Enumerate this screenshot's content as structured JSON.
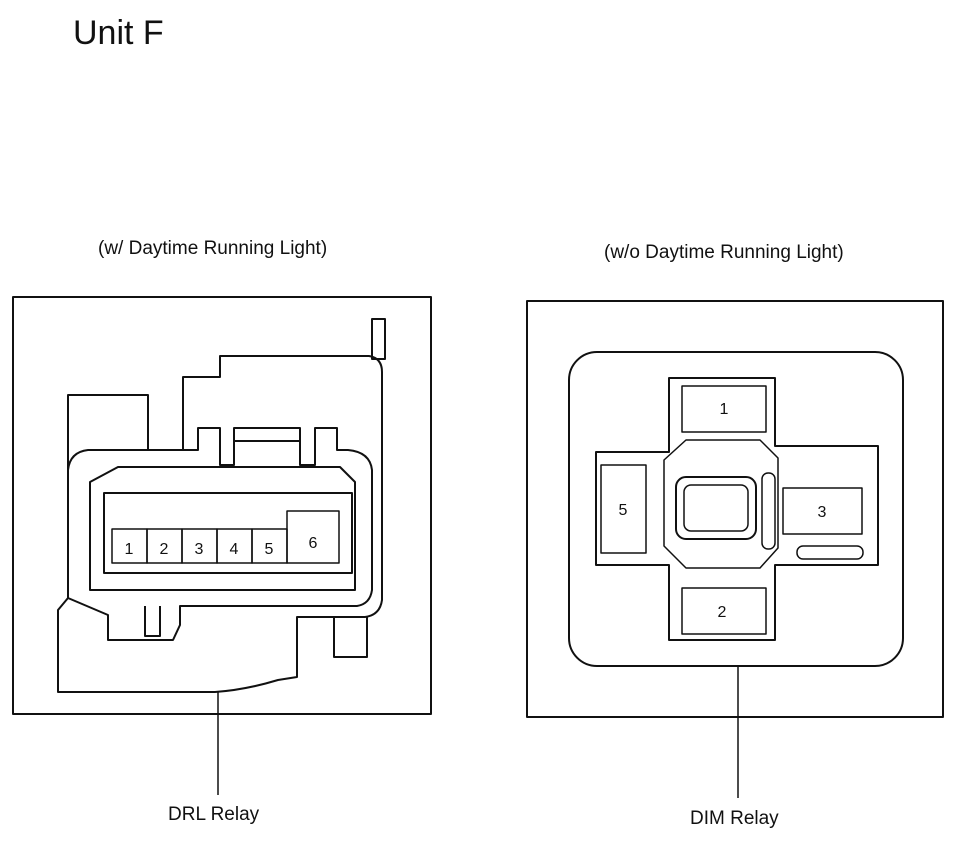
{
  "title": "Unit F",
  "left_diagram": {
    "caption": "(w/ Daytime Running Light)",
    "relay_label": "DRL Relay",
    "terminals": [
      "1",
      "2",
      "3",
      "4",
      "5",
      "6"
    ]
  },
  "right_diagram": {
    "caption": "(w/o Daytime Running Light)",
    "relay_label": "DIM Relay",
    "terminals": {
      "top": "1",
      "bottom": "2",
      "right": "3",
      "left": "5"
    }
  }
}
